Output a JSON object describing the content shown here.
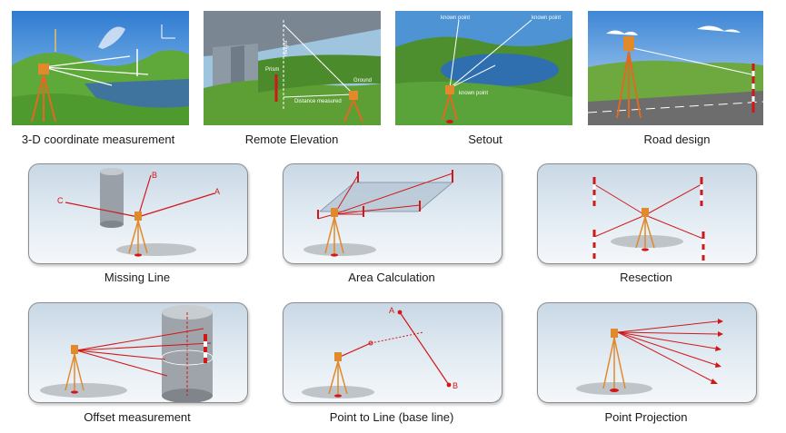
{
  "captions": {
    "coordinate": "3-D coordinate measurement",
    "elevation": "Remote Elevation",
    "setout": "Setout",
    "road": "Road design",
    "missing_line": "Missing Line",
    "area": "Area Calculation",
    "resection": "Resection",
    "offset": "Offset measurement",
    "point_line": "Point to Line (base line)",
    "projection": "Point Projection"
  },
  "labels": {
    "elev_height": "Height",
    "elev_ground": "Ground",
    "elev_dist": "Distance measured",
    "elev_prism": "Prism",
    "setout_known1": "known point",
    "setout_known2": "known point",
    "setout_known3": "known point",
    "missing_a": "A",
    "missing_b": "B",
    "missing_c": "C",
    "pl_a": "A",
    "pl_b": "B"
  },
  "colors": {
    "measure_red": "#d01818",
    "panel_sky_top": "#c9d8e6",
    "panel_bottom": "#f4f7fa",
    "instrument_orange": "#e08a2c"
  }
}
